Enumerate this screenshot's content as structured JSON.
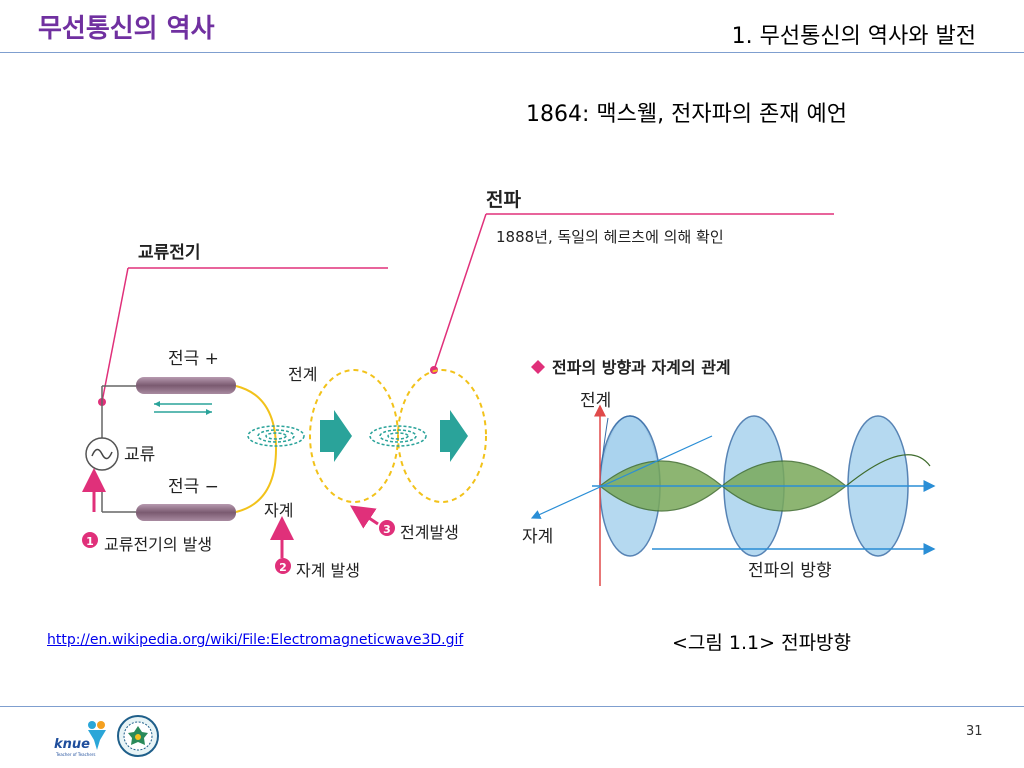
{
  "slide": {
    "title": "무선통신의 역사",
    "section": "1. 무선통신의 역사와 발전",
    "subtitle": "1864: 맥스웰, 전자파의 존재 예언",
    "link": "http://en.wikipedia.org/wiki/File:Electromagneticwave3D.gif",
    "caption": "<그림 1.1> 전파방향",
    "page_number": "31"
  },
  "figure": {
    "label_ac_electricity": "교류전기",
    "label_radio_wave": "전파",
    "label_hertz": "1888년, 독일의 헤르츠에 의해 확인",
    "label_electrode_plus": "전극 +",
    "label_electrode_minus": "전극 −",
    "label_ac": "교류",
    "label_electric_field_left": "전계",
    "label_magnetic_field_left": "자계",
    "step1": "교류전기의 발생",
    "step2": "자계 발생",
    "step3": "전계발생",
    "step1_num": "1",
    "step2_num": "2",
    "step3_num": "3",
    "relation_title": "전파의 방향과 자계의 관계",
    "label_electric_field_right": "전계",
    "label_magnetic_field_right": "자계",
    "label_direction": "전파의 방향"
  },
  "logos": {
    "knue_text": "knue",
    "knue_sub": "Teacher of Teachers"
  },
  "colors": {
    "title": "#7030a0",
    "rule": "#7f9fcf",
    "electrode": "#8a6a80",
    "magenta": "#e0307a",
    "teal": "#2aa39a",
    "yellow": "#f2c21a",
    "blue_wave": "#a9d3ee",
    "green_wave": "#7aa95a",
    "red_axis": "#e04a4a",
    "blue_axis": "#2a8ed6"
  }
}
